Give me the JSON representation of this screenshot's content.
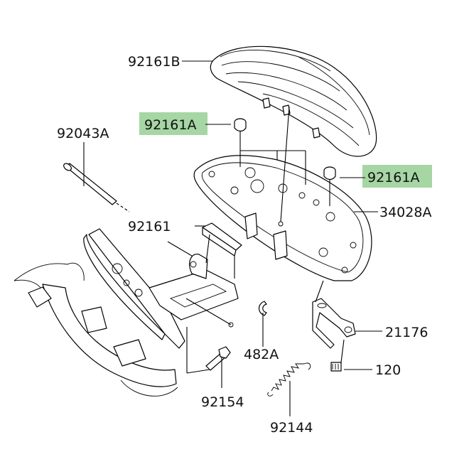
{
  "colors": {
    "highlight": "#a6d6a4",
    "line": "#000000",
    "background": "#ffffff"
  },
  "callouts": {
    "footboard_rubber": "92161B",
    "damper_left": "92161A",
    "damper_right": "92161A",
    "pin": "92043A",
    "damper_small": "92161",
    "footboard_plate": "34028A",
    "bracket": "21176",
    "e_clip": "482A",
    "bolt_left": "92154",
    "bolt_right": "120",
    "spring": "92144"
  }
}
